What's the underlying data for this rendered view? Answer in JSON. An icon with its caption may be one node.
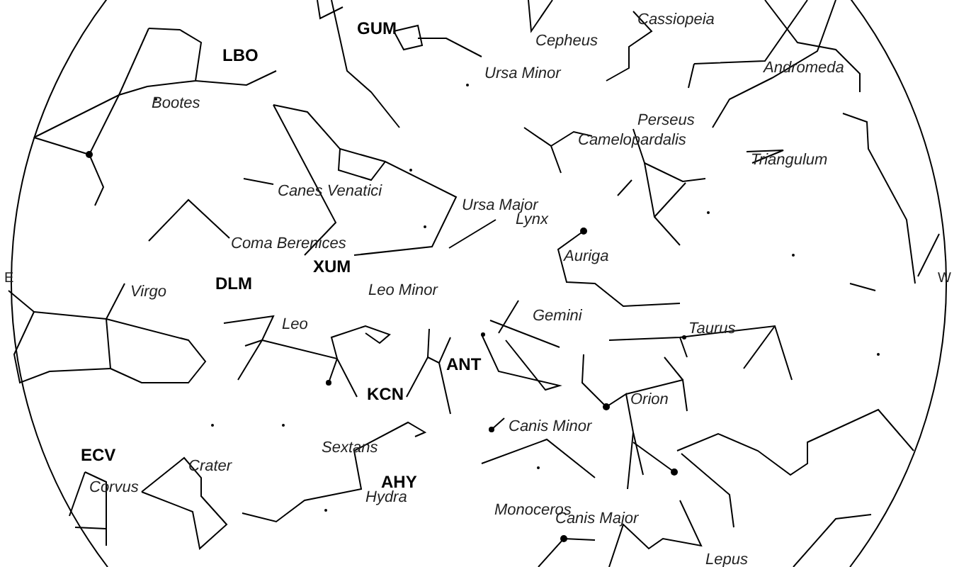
{
  "diagram": {
    "labels": [
      "GUM",
      "Cepheus",
      "Cassiopeia",
      "Ursa Minor",
      "LBO",
      "Andromeda",
      "Bootes",
      "Camelopardalis",
      "Perseus",
      "Triangulum",
      "Canes Venatici",
      "Ursa Major",
      "Lynx",
      "Coma Berenices",
      "XUM",
      "Auriga",
      "E",
      "W",
      "Virgo",
      "DLM",
      "Leo Minor",
      "Leo",
      "Gemini",
      "Taurus",
      "ANT",
      "KCN",
      "Orion",
      "Canis Minor",
      "Sextans",
      "ECV",
      "Crater",
      "Corvus",
      "AHY",
      "Hydra",
      "Monoceros",
      "Canis Major",
      "Lepus"
    ]
  }
}
